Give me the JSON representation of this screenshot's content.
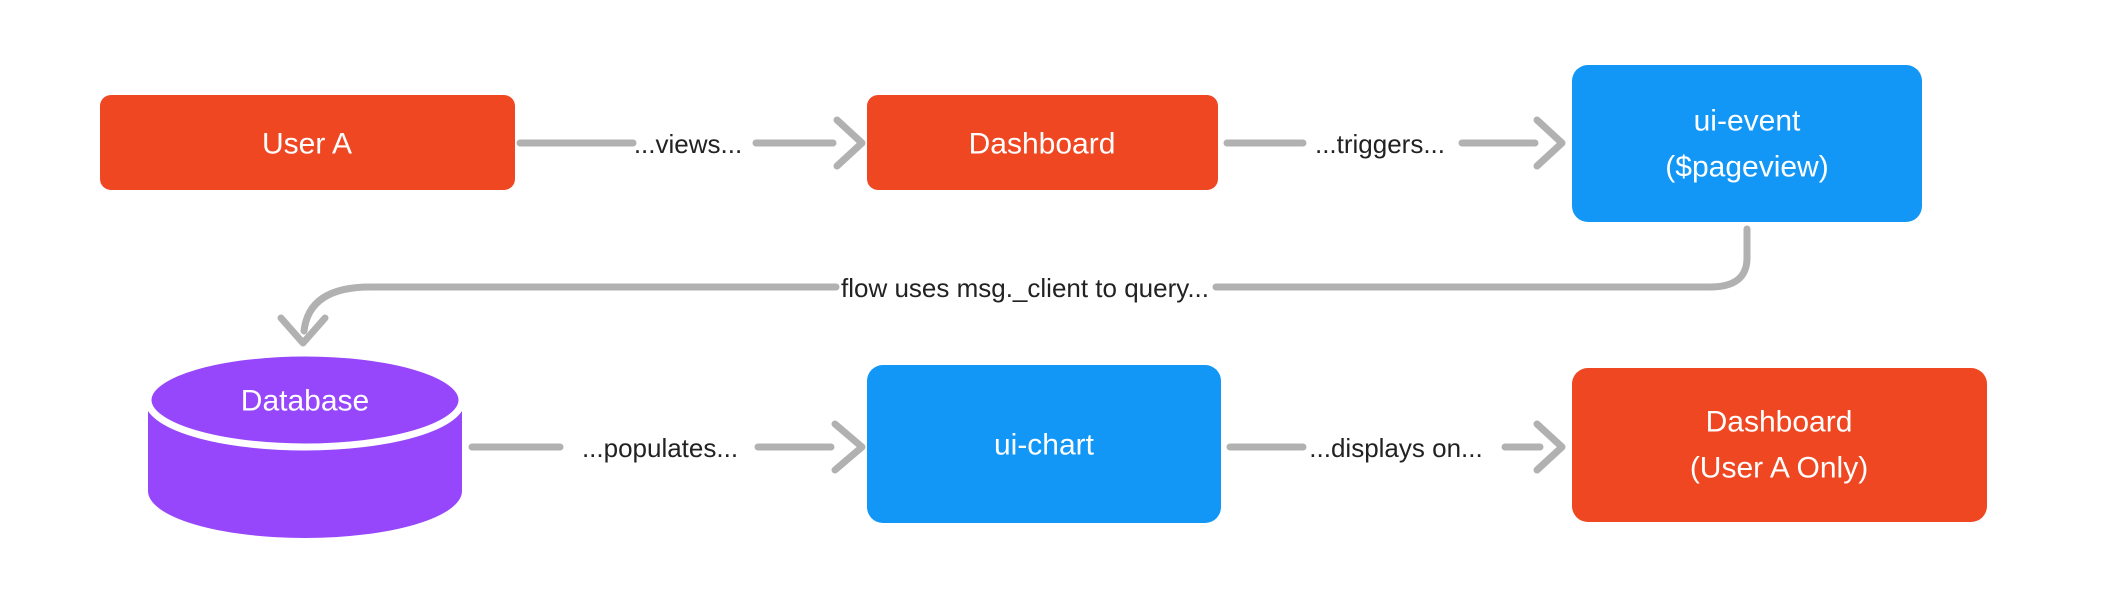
{
  "diagram": {
    "colors": {
      "node_red": "#F04723",
      "node_blue": "#1297F7",
      "node_purple": "#9747FB",
      "connector_gray": "#B1B1B1",
      "edge_label_text": "#222222",
      "node_text": "#ffffff",
      "cylinder_separator": "#ffffff",
      "background": "#ffffff"
    },
    "nodes": [
      {
        "id": "user-a",
        "shape": "rect",
        "color": "red",
        "label": "User A"
      },
      {
        "id": "dashboard",
        "shape": "rect",
        "color": "red",
        "label": "Dashboard"
      },
      {
        "id": "ui-event",
        "shape": "rect",
        "color": "blue",
        "lines": [
          "ui-event",
          "($pageview)"
        ]
      },
      {
        "id": "database",
        "shape": "cylinder",
        "color": "purple",
        "label": "Database"
      },
      {
        "id": "ui-chart",
        "shape": "rect",
        "color": "blue",
        "label": "ui-chart"
      },
      {
        "id": "dashboard-user-a-only",
        "shape": "rect",
        "color": "red",
        "lines": [
          "Dashboard",
          "(User A Only)"
        ]
      }
    ],
    "edges": [
      {
        "from": "user-a",
        "to": "dashboard",
        "label": "...views..."
      },
      {
        "from": "dashboard",
        "to": "ui-event",
        "label": "...triggers..."
      },
      {
        "from": "ui-event",
        "to": "database",
        "label": "flow uses msg._client to query..."
      },
      {
        "from": "database",
        "to": "ui-chart",
        "label": "...populates..."
      },
      {
        "from": "ui-chart",
        "to": "dashboard-user-a-only",
        "label": "...displays on..."
      }
    ]
  }
}
